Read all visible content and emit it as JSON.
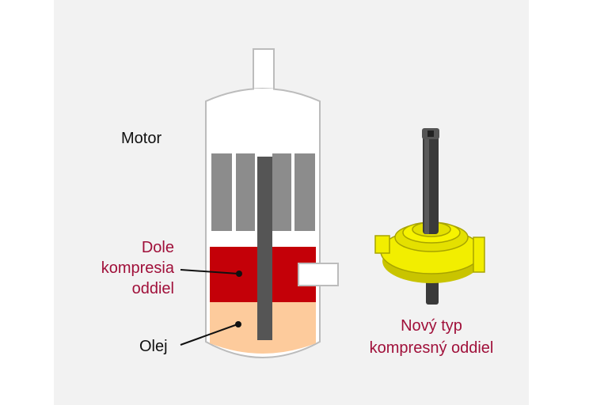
{
  "labels": {
    "motor": "Motor",
    "chamber_line1": "Dole",
    "chamber_line2": "kompresia",
    "chamber_line3": "oddiel",
    "oil": "Olej",
    "new_line1": "Nový typ",
    "new_line2": "kompresný oddiel"
  },
  "colors": {
    "panel": "#f2f2f2",
    "shell_outline": "#bcbcbc",
    "motor_block": "#8c8c8c",
    "shaft": "#555555",
    "compression_chamber": "#c40008",
    "oil": "#fdcb9c",
    "accent_text": "#a0103a",
    "scroll_yellow": "#f2ee00"
  }
}
